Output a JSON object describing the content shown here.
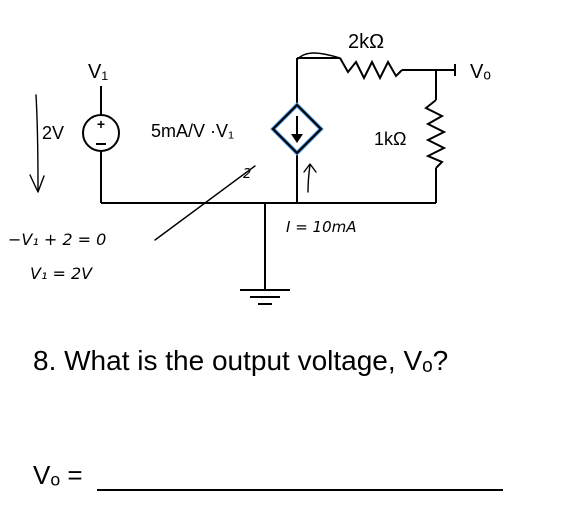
{
  "diagram": {
    "labels": {
      "v1_node": "V₁",
      "r_top": "2kΩ",
      "vo_node": "Vₒ",
      "src_voltage": "2V",
      "dep_source": "5mA/V ·V₁",
      "r_right": "1kΩ"
    },
    "annotations": {
      "kvl_line": "−V₁ + 2 = 0",
      "v1_result": "V₁ = 2V",
      "current_note": "I = 10mA",
      "src_mark": "2"
    }
  },
  "question": {
    "text": "8. What is the output voltage, Vₒ?",
    "answer_prompt": "Vₒ ="
  },
  "colors": {
    "ink": "#000000",
    "highlight": "#4a90d9"
  }
}
